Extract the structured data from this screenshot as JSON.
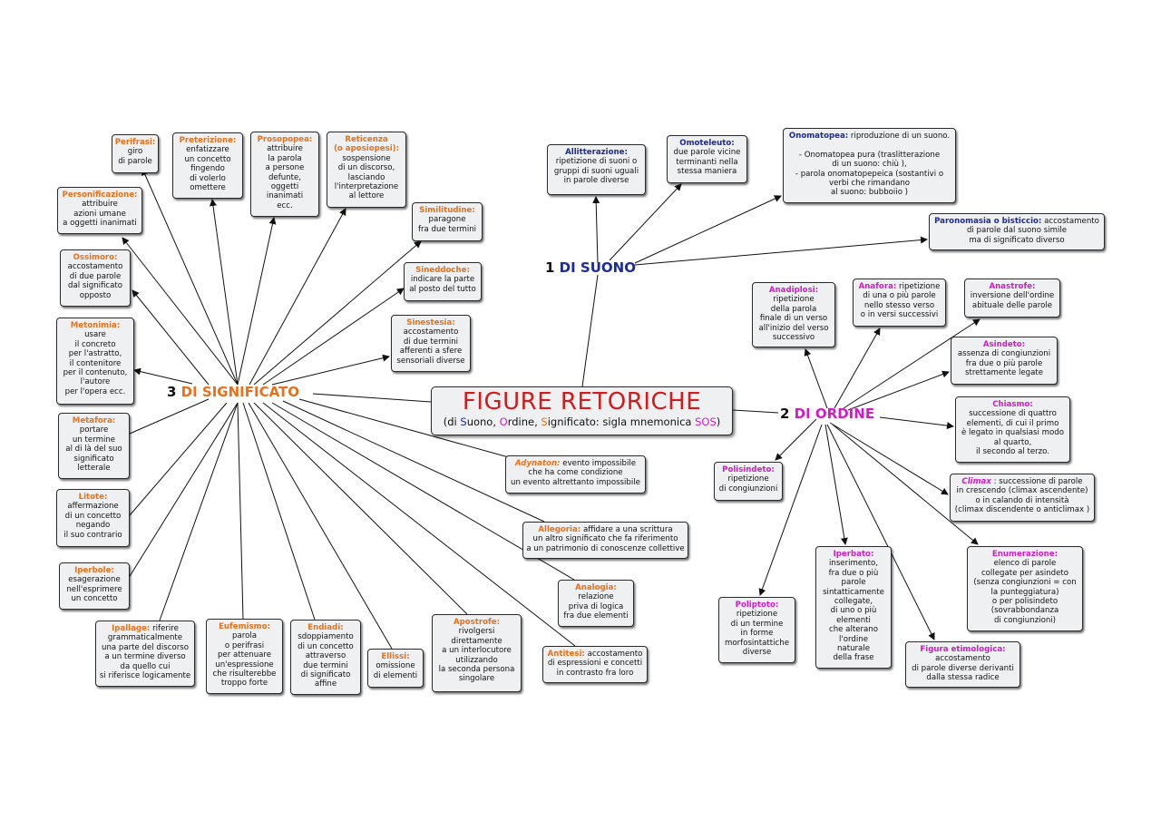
{
  "central": {
    "title": "FIGURE RETORICHE",
    "subtitle_parts": [
      "(di ",
      "S",
      "uono, ",
      "O",
      "rdine, ",
      "S",
      "ignificato: sigla mnemonica ",
      "SOS",
      ")"
    ]
  },
  "hubs": {
    "suono": {
      "num": "1",
      "label": "DI SUONO"
    },
    "ordine": {
      "num": "2",
      "label": "DI ORDINE"
    },
    "significato": {
      "num": "3",
      "label": "DI SIGNIFICATO"
    }
  },
  "suono": [
    {
      "id": "allitterazione",
      "title": "Allitterazione:",
      "text": "ripetizione di suoni o\ngruppi di suoni uguali\nin parole diverse"
    },
    {
      "id": "omoteleuto",
      "title": "Omoteleuto:",
      "text": "due parole vicine\nterminanti nella\nstessa maniera"
    },
    {
      "id": "onomatopea",
      "title": "Onomatopea:",
      "text": " riproduzione di un suono.\n\n- Onomatopea pura (traslitterazione\ndi un suono: chiù ),\n- parola onomatopepeica (sostantivi o\nverbi che rimandano\nal suono: bubboiio )"
    },
    {
      "id": "paronomasia",
      "title": "Paronomasia o bisticcio:",
      "text": " accostamento\ndi parole dal suono simile\nma di significato diverso"
    }
  ],
  "ordine": [
    {
      "id": "anadiplosi",
      "title": "Anadiplosi:",
      "text": "\nripetizione\ndella parola\nfinale di un verso\nall'inizio del verso\nsuccessivo"
    },
    {
      "id": "anafora",
      "title": "Anafora:",
      "text": " ripetizione\ndi una  o più parole\nnello stesso verso\no in versi successivi"
    },
    {
      "id": "anastrofe",
      "title": "Anastrofe:",
      "text": "\ninversione dell'ordine\nabituale delle parole"
    },
    {
      "id": "asindeto",
      "title": "Asindeto:",
      "text": "\nassenza di congiunzioni\nfra due o più parole\nstrettamente legate"
    },
    {
      "id": "chiasmo",
      "title": "Chiasmo:",
      "text": "\nsuccessione di quattro\nelementi, di cui il primo\nè legato in qualsiasi modo\nal quarto,\nil secondo al terzo."
    },
    {
      "id": "climax",
      "title": "Climax",
      "text": " : successione di parole\nin crescendo (climax  ascendente)\no in calando di intensità\n(climax  discendente o anticlimax )"
    },
    {
      "id": "enumerazione",
      "title": "Enumerazione:",
      "text": "\nelenco di parole\ncollegate per asindeto\n(senza congiunzioni = con\nla punteggiatura)\no per polisindeto\n(sovrabbondanza\ndi congiunzioni)"
    },
    {
      "id": "figura-etimologica",
      "title": "Figura etimologica:",
      "text": "\naccostamento\ndi parole diverse derivanti\ndalla stessa radice"
    },
    {
      "id": "iperbato",
      "title": "Iperbato:",
      "text": "\ninserimento,\nfra due o più\nparole\nsintatticamente\ncollegate,\ndi uno o più\nelementi\nche alterano\nl'ordine\nnaturale\ndella frase"
    },
    {
      "id": "poliptoto",
      "title": "Poliptoto:",
      "text": "\nripetizione\ndi un termine\nin forme\nmorfosintattiche\ndiverse"
    },
    {
      "id": "polisindeto",
      "title": "Polisindeto:",
      "text": "\nripetizione\ndi congiunzioni"
    }
  ],
  "significato": [
    {
      "id": "perifrasi",
      "title": "Perifrasi:",
      "text": "\ngiro\ndi parole"
    },
    {
      "id": "preterizione",
      "title": "Preterizione:",
      "text": "\nenfatizzare\nun concetto\nfingendo\ndi volerlo\nomettere"
    },
    {
      "id": "prosopopea",
      "title": "Prosopopea:",
      "text": "\nattribuire\nla parola\na persone\ndefunte,\noggetti\ninanimati\necc."
    },
    {
      "id": "reticenza",
      "title": "Reticenza\n(o aposiopesi):",
      "text": "\nsospensione\ndi un discorso,\nlasciando\nl'interpretazione\nal lettore"
    },
    {
      "id": "similitudine",
      "title": "Similitudine:",
      "text": "\nparagone\nfra due termini"
    },
    {
      "id": "sineddoche",
      "title": "Sineddoche:",
      "text": "\nindicare la parte\nal posto del tutto"
    },
    {
      "id": "sinestesia",
      "title": "Sinestesia:",
      "text": "\naccostamento\ndi due termini\nafferenti a sfere\nsensoriali diverse"
    },
    {
      "id": "personificazione",
      "title": "Personificazione:",
      "text": "\nattribuire\nazioni umane\na oggetti inanimati"
    },
    {
      "id": "ossimoro",
      "title": "Ossimoro:",
      "text": "\naccostamento\ndi due parole\ndal significato\nopposto"
    },
    {
      "id": "metonimia",
      "title": "Metonimia:",
      "text": "\nusare\nil concreto\nper l'astratto,\nil contenitore\nper il contenuto,\nl'autore\nper l'opera ecc."
    },
    {
      "id": "metafora",
      "title": "Metafora:",
      "text": "\nportare\nun termine\nal di là del suo\nsignificato\nletterale"
    },
    {
      "id": "litote",
      "title": "Litote:",
      "text": "\naffermazione\ndi un concetto\nnegando\nil suo contrario"
    },
    {
      "id": "iperbole",
      "title": "Iperbole:",
      "text": "\nesagerazione\nnell'esprimere\nun concetto"
    },
    {
      "id": "ipallage",
      "title": "Ipallage:",
      "text": " riferire\ngrammaticalmente\nuna parte del discorso\na un termine diverso\nda quello cui\nsi riferisce logicamente"
    },
    {
      "id": "eufemismo",
      "title": "Eufemismo:",
      "text": "\nparola\no perifrasi\nper attenuare\nun'espressione\nche risulterebbe\ntroppo forte"
    },
    {
      "id": "endiadi",
      "title": "Endiadi:",
      "text": "\nsdoppiamento\ndi un concetto\nattraverso\ndue termini\ndi significato\naffine"
    },
    {
      "id": "ellissi",
      "title": "Ellissi:",
      "text": "\nomissione\ndi elementi"
    },
    {
      "id": "apostrofe",
      "title": "Apostrofe:",
      "text": "\nrivolgersi\ndirettamente\na un interlocutore\nutilizzando\nla seconda persona\nsingolare"
    },
    {
      "id": "antitesi",
      "title": "Antitesi:",
      "text": " accostamento\ndi espressioni e concetti\nin contrasto fra loro"
    },
    {
      "id": "analogia",
      "title": "Analogia:",
      "text": "\nrelazione\npriva di logica\nfra due elementi"
    },
    {
      "id": "allegoria",
      "title": "Allegoria:",
      "text": " affidare a una scrittura\nun altro significato che fa riferimento\na un patrimonio di conoscenze collettive"
    },
    {
      "id": "adynaton",
      "title": "Adynaton:",
      "text": "  evento impossibile\nche ha come condizione\nun evento altrettanto impossibile"
    }
  ]
}
